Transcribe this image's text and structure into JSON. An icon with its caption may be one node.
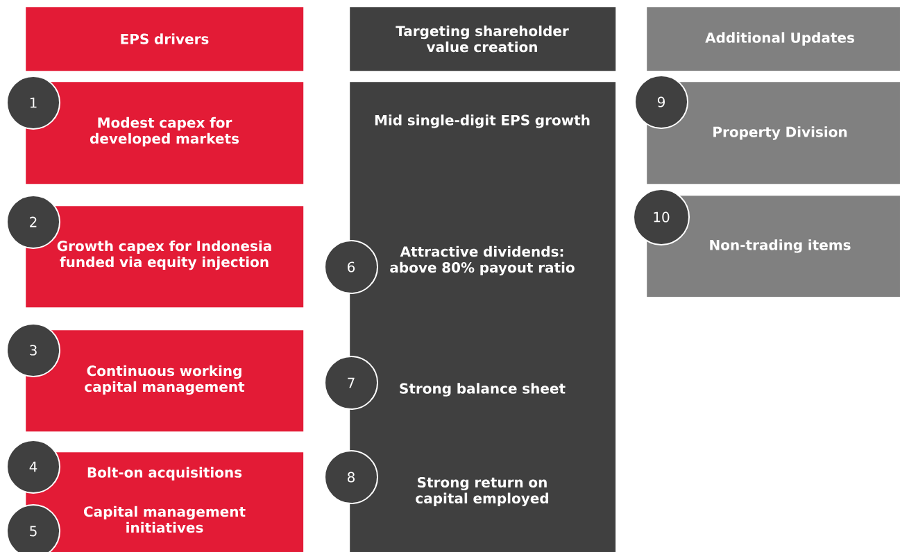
{
  "diagram": {
    "nodes": [
      {
        "text": [
          "EPS drivers"
        ]
      },
      {
        "text": [
          "Targeting shareholder value creation"
        ]
      },
      {
        "text": [
          "Additional Updates"
        ]
      },
      {
        "text": [
          "Modest capex for developed markets"
        ]
      },
      {
        "text": [
          "1"
        ]
      },
      {
        "text": [
          "Growth capex for Indonesia funded via equity injection"
        ]
      },
      {
        "text": [
          "2"
        ]
      },
      {
        "text": [
          "Continuous working capital management"
        ]
      },
      {
        "text": [
          "3"
        ]
      },
      {
        "text": [
          "Bolt-on acquisitions",
          "Capital management initiatives"
        ]
      },
      {
        "text": [
          "4"
        ]
      },
      {
        "text": [
          "5"
        ]
      },
      {
        "text": [
          "Mid single-digit EPS growth",
          "Attractive dividends: above 80% payout ratio",
          "Strong balance sheet",
          "Strong return on capital employed"
        ]
      },
      {
        "text": [
          "6"
        ]
      },
      {
        "text": [
          "7"
        ]
      },
      {
        "text": [
          "8"
        ]
      },
      {
        "text": [
          "Property Division"
        ]
      },
      {
        "text": [
          "9"
        ]
      },
      {
        "text": [
          "Non-trading items"
        ]
      },
      {
        "text": [
          "10"
        ]
      }
    ],
    "edges": []
  }
}
